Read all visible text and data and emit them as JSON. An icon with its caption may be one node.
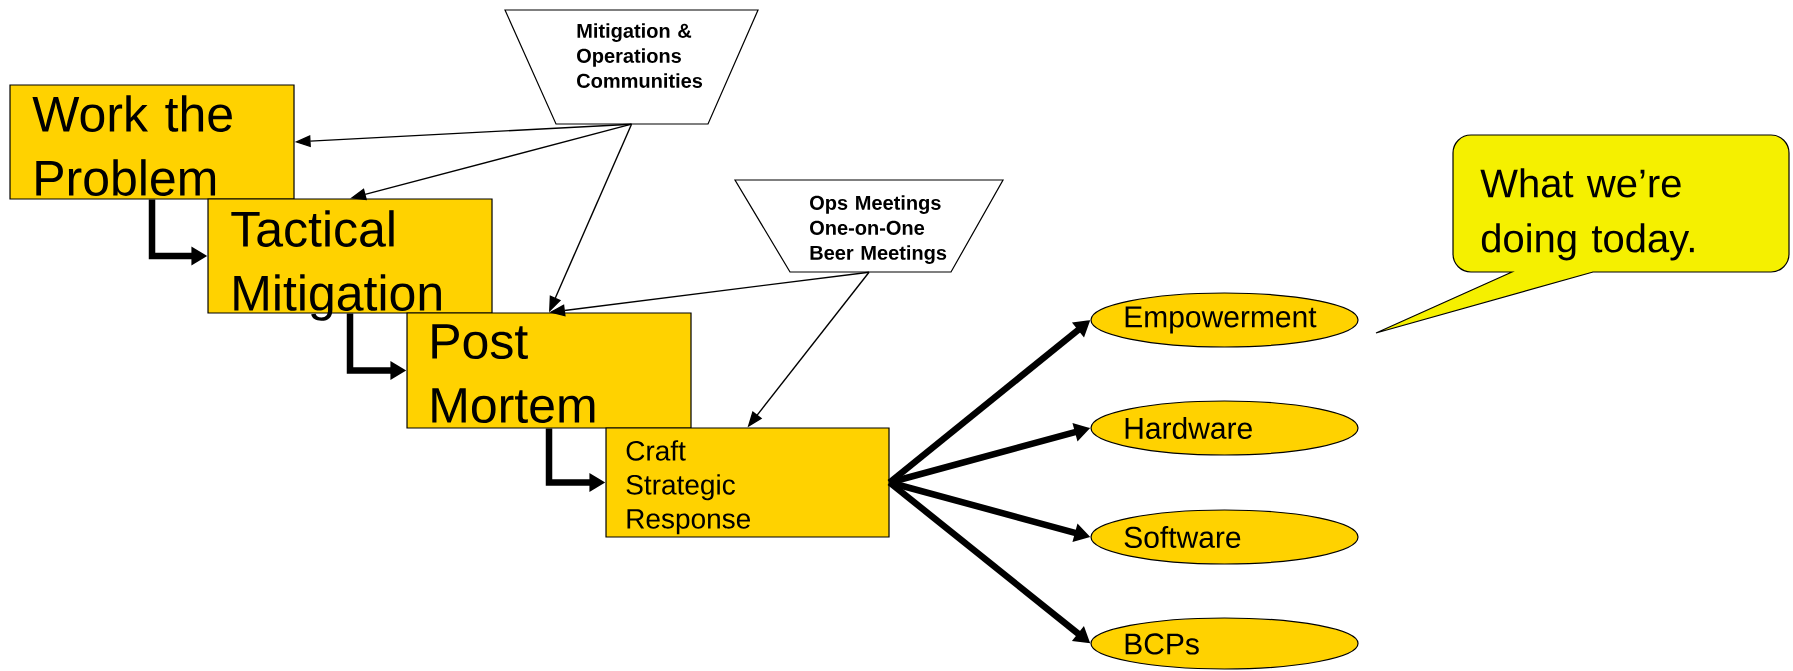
{
  "diagram": {
    "nodes": [
      {
        "text": [
          "Mitigation & Operations Communities"
        ]
      },
      {
        "text": [
          "Work the Problem"
        ]
      },
      {
        "text": [
          "Tactical Mitigation"
        ]
      },
      {
        "text": [
          "Ops Meetings One-on-One Beer Meetings"
        ]
      },
      {
        "text": [
          "Post Mortem"
        ]
      },
      {
        "text": [
          "Craft Strategic Response"
        ]
      },
      {
        "text": [
          "What we’re doing today."
        ]
      },
      {
        "text": [
          "Empowerment"
        ]
      },
      {
        "text": [
          "Hardware"
        ]
      },
      {
        "text": [
          "Software"
        ]
      },
      {
        "text": [
          "BCPs"
        ]
      }
    ],
    "edges": [
      {
        "from": 0,
        "to": 1,
        "arrow": "to"
      },
      {
        "from": 0,
        "to": 2,
        "arrow": "to"
      },
      {
        "from": 0,
        "to": 4,
        "arrow": "to"
      },
      {
        "from": 3,
        "to": 4,
        "arrow": "to"
      },
      {
        "from": 3,
        "to": 5,
        "arrow": "to"
      },
      {
        "from": 1,
        "to": 2,
        "arrow": "to"
      },
      {
        "from": 2,
        "to": 4,
        "arrow": "to"
      },
      {
        "from": 4,
        "to": 5,
        "arrow": "to"
      },
      {
        "from": 5,
        "to": 7,
        "arrow": "to"
      },
      {
        "from": 5,
        "to": 8,
        "arrow": "to"
      },
      {
        "from": 5,
        "to": 9,
        "arrow": "to"
      },
      {
        "from": 5,
        "to": 10,
        "arrow": "to"
      }
    ]
  }
}
